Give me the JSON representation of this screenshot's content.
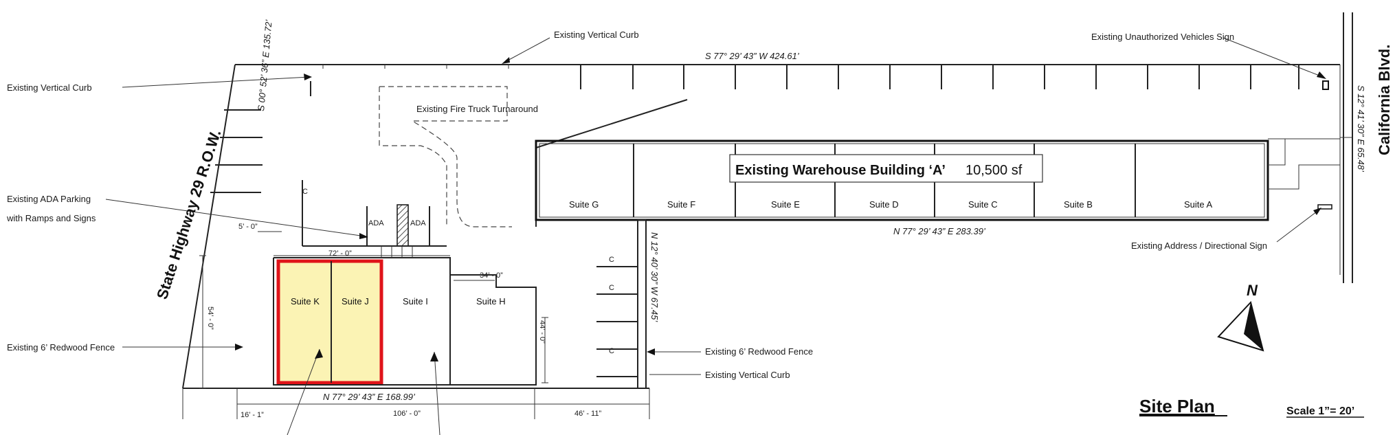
{
  "title": "Site Plan",
  "scale": "Scale 1”= 20’",
  "north": "N",
  "roads": {
    "highway": "State Highway 29 R.O.W.",
    "boulevard": "California Blvd."
  },
  "building": {
    "name": "Existing Warehouse Building ‘A’",
    "area": "10,500 sf"
  },
  "suites_main": [
    "Suite G",
    "Suite F",
    "Suite E",
    "Suite D",
    "Suite C",
    "Suite B",
    "Suite A"
  ],
  "suites_lower": {
    "k": "Suite K",
    "j": "Suite J",
    "i": "Suite I",
    "h": "Suite H"
  },
  "highlight_color": "#fbf3b4",
  "highlight_border": "#e0141a",
  "annotations": {
    "vertical_curb_top": "Existing Vertical Curb",
    "unauthorized_sign": "Existing Unauthorized Vehicles Sign",
    "vertical_curb_left": "Existing Vertical Curb",
    "fire_truck": "Existing Fire Truck Turnaround",
    "ada_parking_1": "Existing ADA Parking",
    "ada_parking_2": "with Ramps and Signs",
    "fence_left": "Existing 6’ Redwood Fence",
    "fence_right": "Existing 6’ Redwood Fence",
    "vertical_curb_bottom": "Existing Vertical Curb",
    "address_sign": "Existing Address / Directional Sign"
  },
  "parking": {
    "ada_1": "ADA",
    "ada_2": "ADA",
    "compact": "C"
  },
  "bearings": {
    "top": "S 77° 29’ 43” W   424.61’",
    "right": "S 12° 41’ 30” E   65.48’",
    "left": "S 00° 52’ 36” E   135.72’",
    "building_bottom": "N 77° 29’ 43” E   283.39’",
    "middle": "N 12° 40’ 30” W   67.45’",
    "bottom": "N 77° 29’ 43” E   168.99’"
  },
  "dimensions": {
    "d_5_0": "5’ - 0”",
    "d_72_0": "72’ - 0”",
    "d_34_0": "34’ - 0”",
    "d_54_0": "54’ - 0”",
    "d_44_0": "44’ - 0”",
    "d_16_1": "16’ - 1”",
    "d_106_0": "106’ - 0”",
    "d_46_11": "46’ - 11”"
  }
}
